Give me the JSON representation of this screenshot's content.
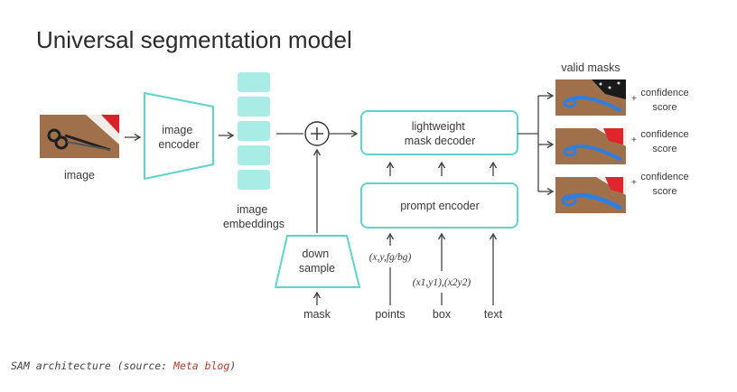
{
  "diagram": {
    "title": "Universal segmentation model",
    "input_image_label": "image",
    "image_encoder_label": [
      "image",
      "encoder"
    ],
    "embeddings_label": [
      "image",
      "embeddings"
    ],
    "down_sample_label": [
      "down",
      "sample"
    ],
    "mask_label": "mask",
    "mask_decoder_label": [
      "lightweight",
      "mask decoder"
    ],
    "prompt_encoder_label": "prompt encoder",
    "point_coords_label": "(x,y,fg/bg)",
    "box_coords_label": "(x1,y1),(x2y2)",
    "prompt_labels": {
      "points": "points",
      "box": "box",
      "text": "text"
    },
    "valid_masks_label": "valid masks",
    "outputs": [
      {
        "plus": "+",
        "confidence": [
          "confidence",
          "score"
        ]
      },
      {
        "plus": "+",
        "confidence": [
          "confidence",
          "score"
        ]
      },
      {
        "plus": "+",
        "confidence": [
          "confidence",
          "score"
        ]
      }
    ],
    "colors": {
      "teal": "#5fd3cf",
      "teal_fill": "#a9ece6",
      "text": "#3a3a3a",
      "title": "#2b2b2b",
      "arrow": "#444444"
    }
  },
  "caption": {
    "prefix": "SAM architecture (source: ",
    "link_text": "Meta blog",
    "suffix": ")"
  }
}
